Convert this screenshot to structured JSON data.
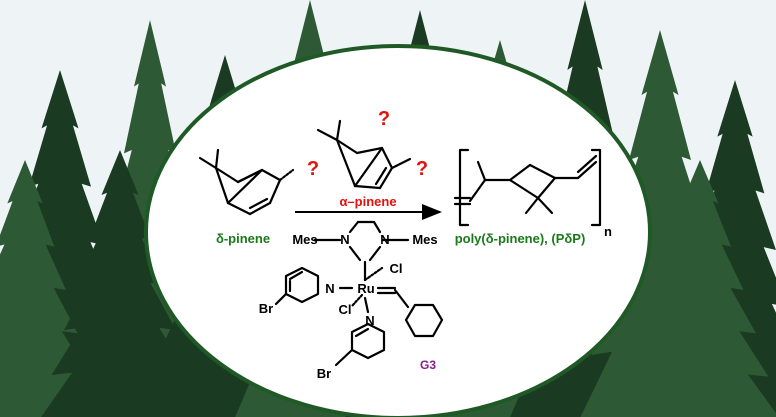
{
  "colors": {
    "sky": "#eef3f6",
    "forest_dark": "#1a3a22",
    "forest": "#2d5a35",
    "ellipse_fill": "#ffffff",
    "ellipse_border": "#1f5a26",
    "green_label": "#1a7a1a",
    "red_label": "#e3120b",
    "purple_label": "#8b1c8b"
  },
  "reaction": {
    "monomer_label": "δ-pinene",
    "alt_monomer_label": "α–pinene",
    "question_mark": "?",
    "product_label": "poly(δ-pinene), (PδP)",
    "repeat_subscript": "n",
    "catalyst": {
      "name": "G3",
      "mes_left": "Mes",
      "mes_right": "Mes",
      "n_left": "N",
      "n_right": "N",
      "metal": "Ru",
      "cl_top": "Cl",
      "cl_bottom": "Cl",
      "pyridine_n_left": "N",
      "pyridine_n_bottom": "N",
      "br_left": "Br",
      "br_bottom": "Br"
    }
  }
}
